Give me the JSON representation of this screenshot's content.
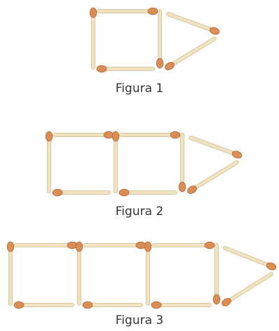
{
  "figures": [
    {
      "caption": "Figura 1",
      "squares": 1
    },
    {
      "caption": "Figura 2",
      "squares": 2
    },
    {
      "caption": "Figura 3",
      "squares": 3
    }
  ],
  "colors": {
    "stick": "#efe3c2",
    "stick_edge": "#d8c79c",
    "head": "#d98e55",
    "head_edge": "#b7683a",
    "text": "#333333"
  }
}
